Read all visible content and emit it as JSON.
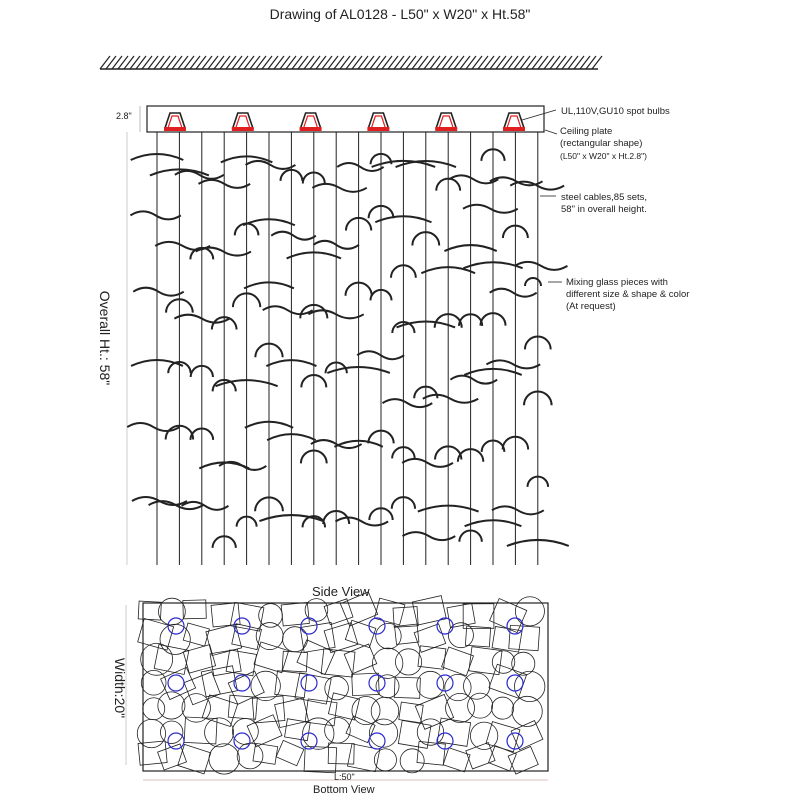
{
  "title": "Drawing of AL0128 - L50\" x W20\" x Ht.58\"",
  "plate_height_label": "2.8\"",
  "annotations": {
    "bulbs": "UL,110V,GU10 spot bulbs",
    "plate_line1": "Ceiling plate",
    "plate_line2": "(rectangular shape)",
    "plate_line3": "(L50\" x W20\"  x Ht.2.8\")",
    "cables_line1": "steel cables,85 sets,",
    "cables_line2": "58\" in overall height.",
    "glass_line1": "Mixing glass pieces with",
    "glass_line2": "different size & shape & color",
    "glass_line3": "(At request)"
  },
  "overall_height_label": "Overall Ht.: 58\"",
  "side_view_label": "Side View",
  "width_label": "Width:20\"",
  "length_label": "L:50\"",
  "bottom_view_label": "Bottom View",
  "colors": {
    "line": "#222222",
    "bulb": "#e02020",
    "bulb_circle": "#2a2ad0"
  },
  "bulb_count": 6,
  "cable_count": 18
}
